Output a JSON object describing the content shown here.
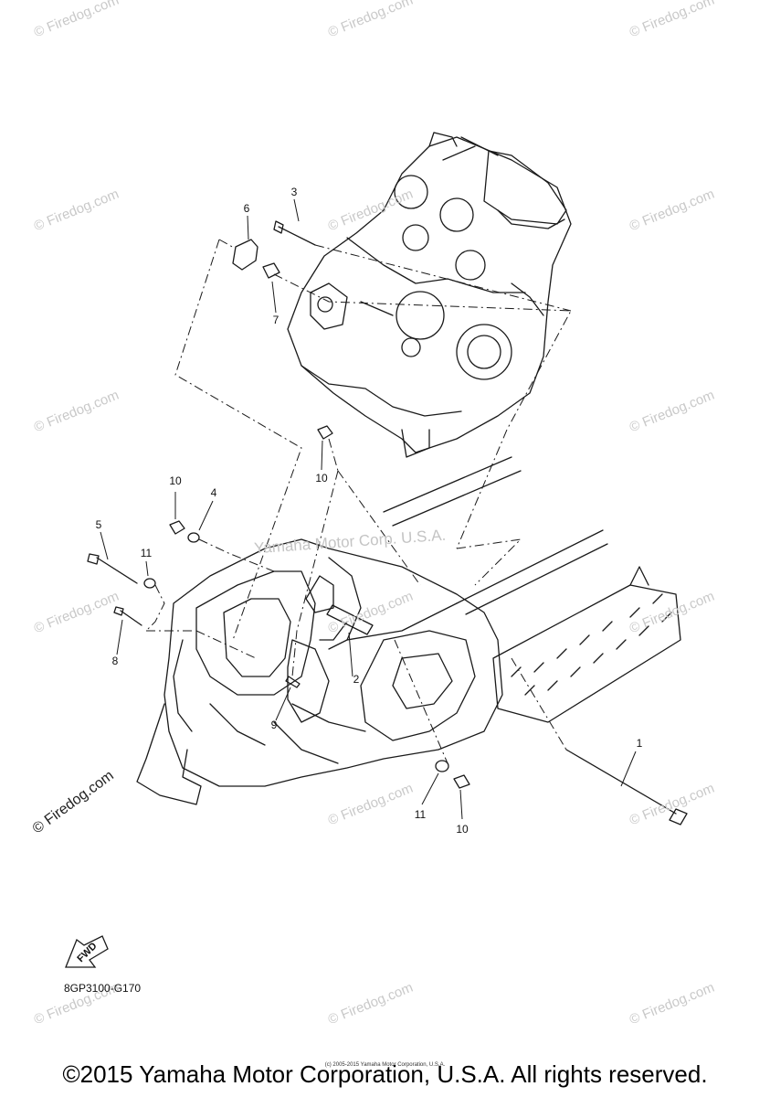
{
  "watermarks": {
    "site": "© Firedog.com",
    "center": "Yamaha Motor Corp. U.S.A."
  },
  "callouts": [
    {
      "id": "c1",
      "label": "1"
    },
    {
      "id": "c2",
      "label": "2"
    },
    {
      "id": "c3",
      "label": "3"
    },
    {
      "id": "c4",
      "label": "4"
    },
    {
      "id": "c5",
      "label": "5"
    },
    {
      "id": "c6",
      "label": "6"
    },
    {
      "id": "c7",
      "label": "7"
    },
    {
      "id": "c8",
      "label": "8"
    },
    {
      "id": "c9",
      "label": "9"
    },
    {
      "id": "c10a",
      "label": "10"
    },
    {
      "id": "c10b",
      "label": "10"
    },
    {
      "id": "c10c",
      "label": "10"
    },
    {
      "id": "c11a",
      "label": "11"
    },
    {
      "id": "c11b",
      "label": "11"
    }
  ],
  "fwd_label": "FWD",
  "part_code": "8GP3100-G170",
  "tiny_copyright": "(c) 2005-2015 Yamaha Motor Corporation, U.S.A.",
  "copyright": "©2015 Yamaha Motor Corporation, U.S.A. All rights reserved."
}
